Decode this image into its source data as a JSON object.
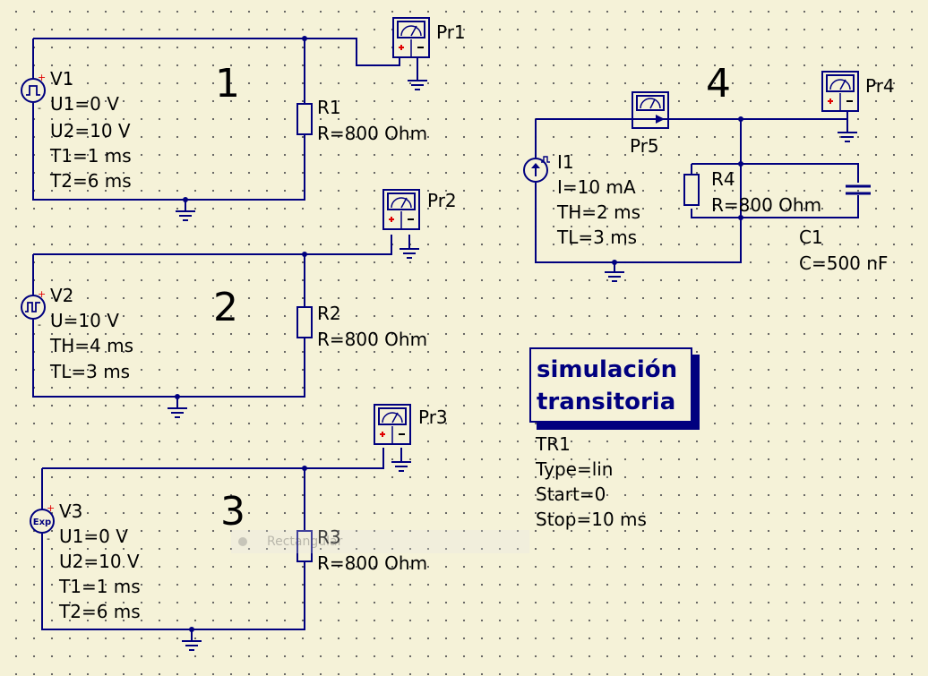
{
  "circuits": {
    "c1": {
      "number": "1",
      "source": {
        "name": "V1",
        "u1": "U1=0 V",
        "u2": "U2=10 V",
        "t1": "T1=1 ms",
        "t2": "T2=6 ms"
      },
      "resistor": {
        "name": "R1",
        "value": "R=800 Ohm"
      },
      "probe": {
        "name": "Pr1"
      }
    },
    "c2": {
      "number": "2",
      "source": {
        "name": "V2",
        "u": "U=10 V",
        "th": "TH=4 ms",
        "tl": "TL=3 ms"
      },
      "resistor": {
        "name": "R2",
        "value": "R=800 Ohm"
      },
      "probe": {
        "name": "Pr2"
      }
    },
    "c3": {
      "number": "3",
      "source": {
        "name": "V3",
        "icon_text": "Exp",
        "u1": "U1=0 V",
        "u2": "U2=10 V",
        "t1": "T1=1 ms",
        "t2": "T2=6 ms"
      },
      "resistor": {
        "name": "R3",
        "value": "R=800 Ohm"
      },
      "probe": {
        "name": "Pr3"
      }
    },
    "c4": {
      "number": "4",
      "source": {
        "name": "I1",
        "i": "I=10 mA",
        "th": "TH=2 ms",
        "tl": "TL=3 ms"
      },
      "resistor": {
        "name": "R4",
        "value": "R=800 Ohm"
      },
      "capacitor": {
        "name": "C1",
        "value": "C=500 nF"
      },
      "current_probe": {
        "name": "Pr5"
      },
      "probe": {
        "name": "Pr4"
      }
    }
  },
  "simulation": {
    "label_line1": "simulación",
    "label_line2": "transitoria",
    "name": "TR1",
    "type": "Type=lin",
    "start": "Start=0",
    "stop": "Stop=10 ms"
  },
  "tooltip": {
    "text": "Rectangular"
  },
  "colors": {
    "wire": "#00007f",
    "background": "#f5f2d8",
    "terminal_plus": "#e00000"
  }
}
